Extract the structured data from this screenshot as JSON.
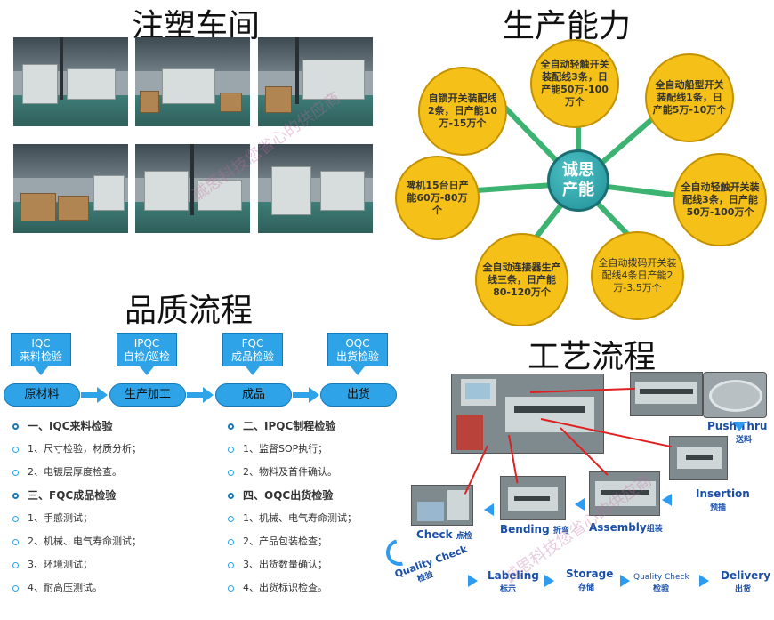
{
  "sections": {
    "workshop_title": "注塑车间",
    "capacity_title": "生产能力",
    "quality_title": "品质流程",
    "process_title": "工艺流程"
  },
  "capacity": {
    "center": "诚思\n产能",
    "nodes": [
      "全自动轻触开关装配线3条，日产能50万-100万个",
      "全自动船型开关装配线1条，日产能5万-10万个",
      "全自动轻触开关装配线3条，日产能50万-100万个",
      "全自动拨码开关装配线4条日产能2万-3.5万个",
      "全自动连接器生产线三条，日产能80-120万个",
      "啤机15台日产能60万-80万个",
      "自锁开关装配线2条，日产能10万-15万个"
    ]
  },
  "quality": {
    "boxes": [
      {
        "code": "IQC",
        "name": "来料检验"
      },
      {
        "code": "IPQC",
        "name": "自检/巡检"
      },
      {
        "code": "FQC",
        "name": "成品检验"
      },
      {
        "code": "OQC",
        "name": "出货检验"
      }
    ],
    "pills": [
      "原材料",
      "生产加工",
      "成品",
      "出货"
    ],
    "left_list": [
      {
        "text": "一、IQC来料检验",
        "head": true
      },
      {
        "text": "1、尺寸检验，材质分析；",
        "head": false
      },
      {
        "text": "2、电镀层厚度检查。",
        "head": false
      },
      {
        "text": "三、FQC成品检验",
        "head": true
      },
      {
        "text": "1、手感测试；",
        "head": false
      },
      {
        "text": "2、机械、电气寿命测试；",
        "head": false
      },
      {
        "text": "3、环境测试；",
        "head": false
      },
      {
        "text": "4、耐高压测试。",
        "head": false
      }
    ],
    "right_list": [
      {
        "text": "二、IPQC制程检验",
        "head": true
      },
      {
        "text": "1、监督SOP执行；",
        "head": false
      },
      {
        "text": "2、物料及首件确认。",
        "head": false
      },
      {
        "text": "四、OQC出货检验",
        "head": true
      },
      {
        "text": "1、机械、电气寿命测试；",
        "head": false
      },
      {
        "text": "2、产品包装检查；",
        "head": false
      },
      {
        "text": "3、出货数量确认；",
        "head": false
      },
      {
        "text": "4、出货标识检查。",
        "head": false
      }
    ]
  },
  "process": {
    "push_thru": {
      "en": "Push-Thru",
      "cn": "送料"
    },
    "insertion": {
      "en": "Insertion",
      "cn": "预插"
    },
    "assembly": {
      "en": "Assembly",
      "cn": "组装"
    },
    "bending": {
      "en": "Bending",
      "cn": "折弯"
    },
    "check": {
      "en": "Check",
      "cn": "点检"
    },
    "quality_check": {
      "en": "Quality Check",
      "cn": "检验"
    },
    "labeling": {
      "en": "Labeling",
      "cn": "标示"
    },
    "storage": {
      "en": "Storage",
      "cn": "存储"
    },
    "quality_check2": {
      "en": "Quality Check",
      "cn": "检验"
    },
    "delivery": {
      "en": "Delivery",
      "cn": "出货"
    }
  },
  "watermarks": [
    "诚思科技您省心的供应商",
    "诚思科技您省心的供应商"
  ],
  "colors": {
    "accent_blue": "#2fa3e8",
    "capacity_yellow": "#f5c118",
    "spoke_green": "#3cb371",
    "center_teal": "#1f8f96",
    "process_blue": "#1a4fa8"
  }
}
